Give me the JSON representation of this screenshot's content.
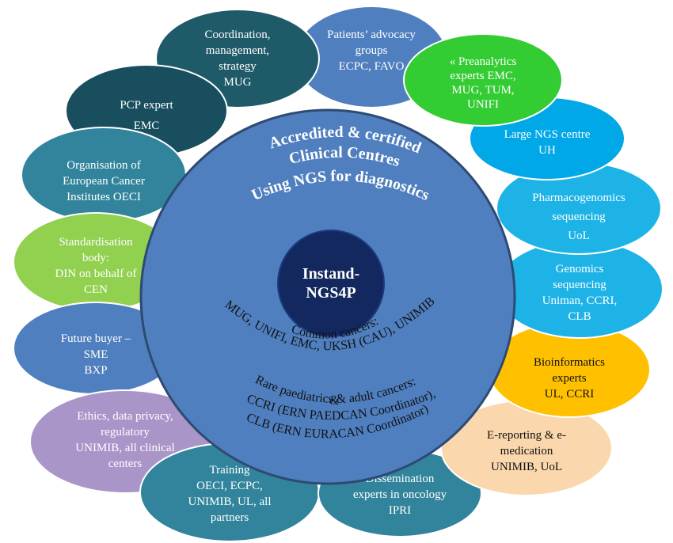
{
  "center": {
    "title_lines": [
      "Instand-",
      "NGS4P"
    ]
  },
  "ring": {
    "top_lines": [
      "Accredited & certified",
      "Clinical Centres",
      "Using NGS for diagnostics"
    ],
    "bottom_lines": [
      "Common cancers:",
      "MUG, UNIFI, EMC, UKSH (CAU), UNIMIB",
      "&",
      "Rare paediatrics & adult cancers:",
      "CCRI (ERN PAEDCAN Coordinator),",
      "CLB (ERN EURACAN Coordinator)"
    ]
  },
  "nodes": [
    {
      "name": "node-patients-advocacy",
      "color": "#4f7fbf",
      "text_color": "white",
      "lines": [
        "Patients’ advocacy",
        "groups",
        "ECPC, FAVO"
      ]
    },
    {
      "name": "node-coordination",
      "color": "#1f5a68",
      "text_color": "white",
      "lines": [
        "Coordination,",
        "management,",
        "strategy",
        "MUG"
      ]
    },
    {
      "name": "node-pcp-expert",
      "color": "#184e5e",
      "text_color": "white",
      "lines": [
        "PCP expert",
        "EMC"
      ]
    },
    {
      "name": "node-oeci",
      "color": "#31849b",
      "text_color": "white",
      "lines": [
        "Organisation of",
        "European Cancer",
        "Institutes OECI"
      ]
    },
    {
      "name": "node-standardisation",
      "color": "#92d050",
      "text_color": "white",
      "lines": [
        "Standardisation",
        "body:",
        "DIN on behalf of",
        "CEN"
      ]
    },
    {
      "name": "node-future-buyer",
      "color": "#4f7fbf",
      "text_color": "white",
      "lines": [
        "Future buyer –",
        "SME",
        "BXP"
      ]
    },
    {
      "name": "node-ethics",
      "color": "#a995c8",
      "text_color": "white",
      "lines": [
        "Ethics, data privacy,",
        "regulatory",
        "UNIMIB, all clinical",
        "centers"
      ]
    },
    {
      "name": "node-training",
      "color": "#31849b",
      "text_color": "white",
      "lines": [
        "Training",
        "OECI, ECPC,",
        "UNIMIB, UL, all",
        "partners"
      ]
    },
    {
      "name": "node-dissemination",
      "color": "#31849b",
      "text_color": "white",
      "lines": [
        "Dissemination",
        "experts in oncology",
        "IPRI"
      ]
    },
    {
      "name": "node-e-reporting",
      "color": "#fad7ac",
      "text_color": "black",
      "lines": [
        "E-reporting & e-",
        "medication",
        "UNIMIB, UoL"
      ]
    },
    {
      "name": "node-bioinformatics",
      "color": "#ffc000",
      "text_color": "black",
      "lines": [
        "Bioinformatics",
        "experts",
        "UL, CCRI"
      ]
    },
    {
      "name": "node-genomics",
      "color": "#1eb3e6",
      "text_color": "white",
      "lines": [
        "Genomics",
        "sequencing",
        "Uniman, CCRI,",
        "CLB"
      ]
    },
    {
      "name": "node-pharmacogenomics",
      "color": "#1eb3e6",
      "text_color": "white",
      "lines": [
        "Pharmacogenomics",
        "sequencing",
        "UoL"
      ]
    },
    {
      "name": "node-large-ngs",
      "color": "#00a8e8",
      "text_color": "white",
      "lines": [
        "Large NGS centre",
        "UH"
      ]
    },
    {
      "name": "node-preanalytics",
      "color": "#33cc33",
      "text_color": "white",
      "lines": [
        "« Preanalytics",
        "experts EMC,",
        "MUG, TUM,",
        "UNIFI"
      ]
    }
  ],
  "colors": {
    "big_circle": "#4f7fbf",
    "big_circle_border": "#2e4a73",
    "center_circle": "#13285e"
  }
}
